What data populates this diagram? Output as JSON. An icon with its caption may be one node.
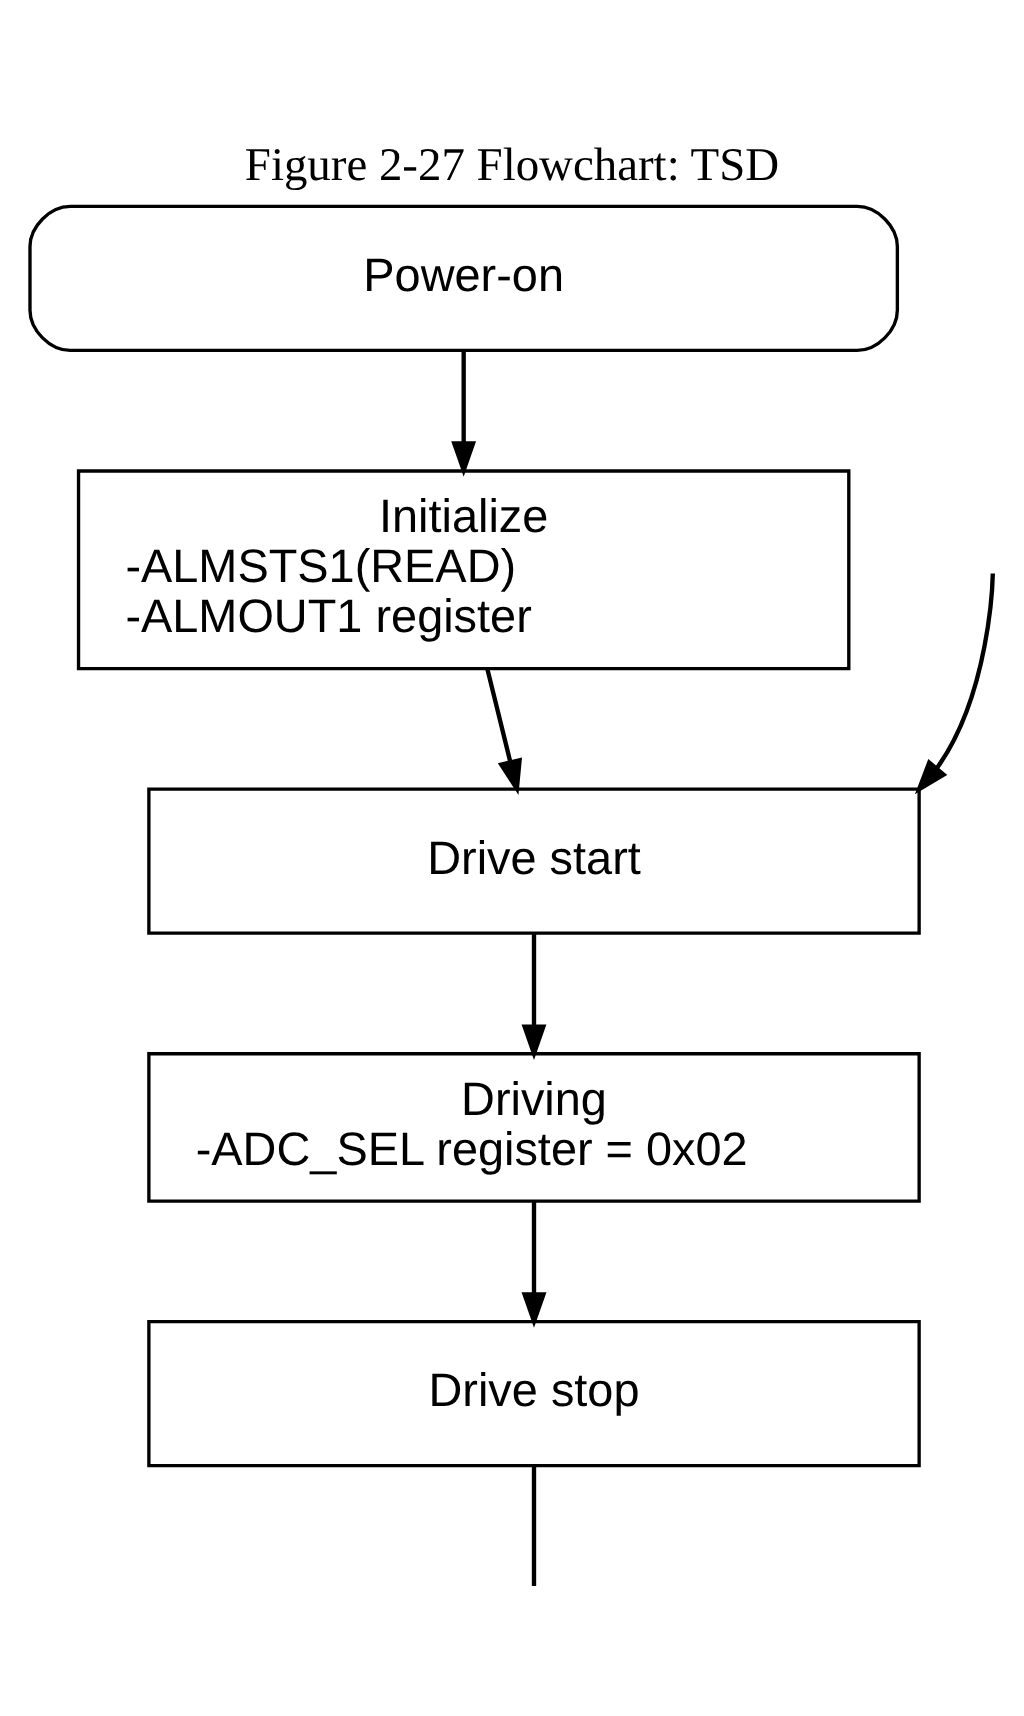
{
  "diagram": {
    "title": "Figure 2-27 Flowchart: TSD",
    "nodes": [
      {
        "text": [
          "Power-on"
        ]
      },
      {
        "text": [
          "Initialize",
          "-ALMSTS1(READ)",
          "-ALMOUT1 register"
        ]
      },
      {
        "text": [
          "Drive start"
        ]
      },
      {
        "text": [
          "Driving",
          "-ADC_SEL register = 0x02"
        ]
      },
      {
        "text": [
          "Drive stop"
        ]
      }
    ],
    "edges": [
      {
        "from": 0,
        "to": 1,
        "arrow": "to"
      },
      {
        "from": 1,
        "to": 2,
        "arrow": "to"
      },
      {
        "from": null,
        "to": 2,
        "arrow": "to"
      },
      {
        "from": 2,
        "to": 3,
        "arrow": "to"
      },
      {
        "from": 3,
        "to": 4,
        "arrow": "to"
      },
      {
        "from": 4,
        "to": null,
        "arrow": "none"
      }
    ]
  }
}
